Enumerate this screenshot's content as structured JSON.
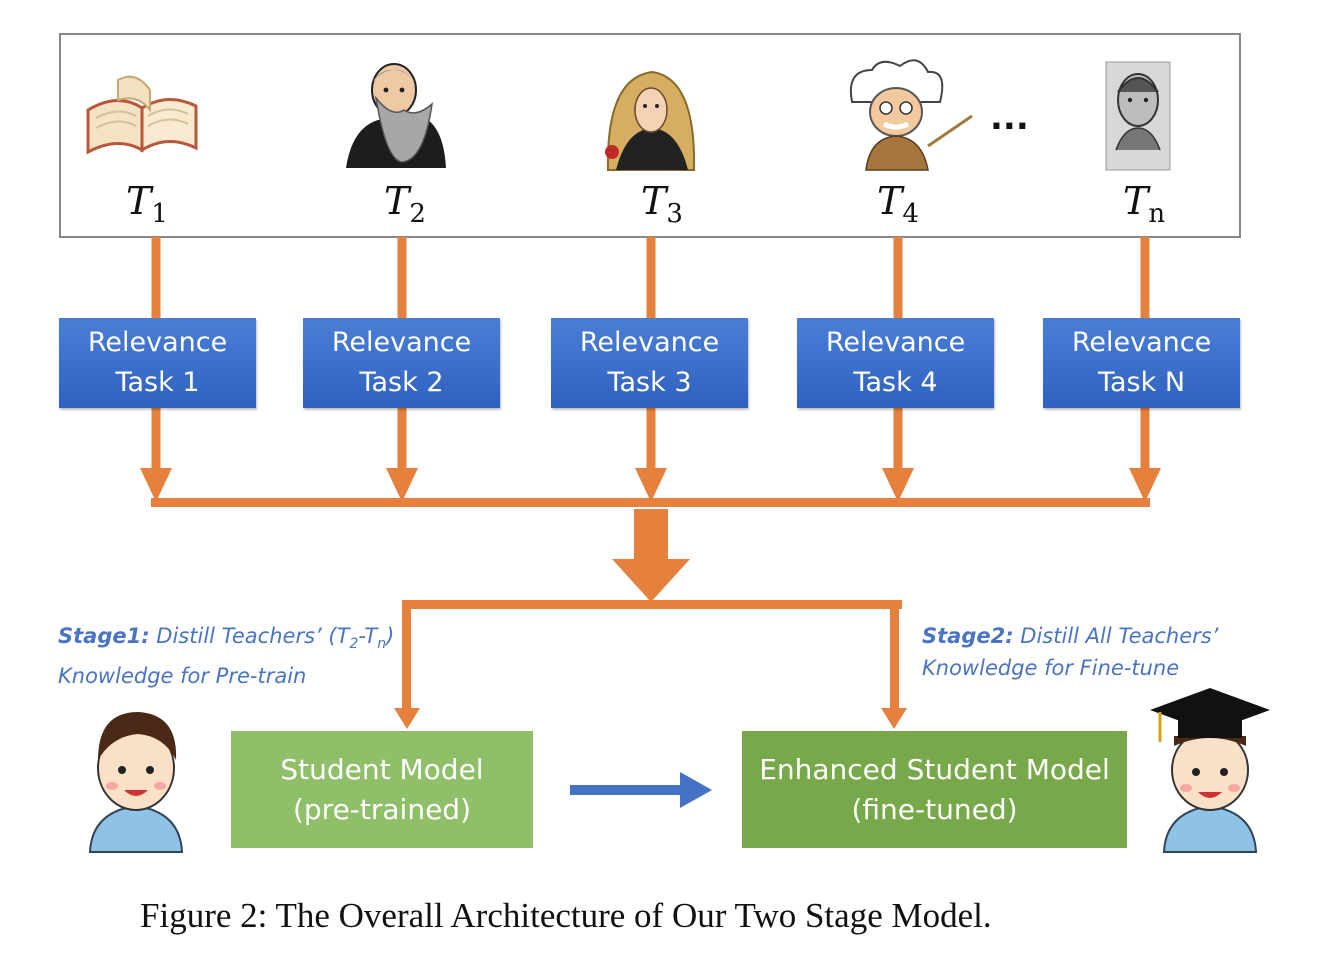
{
  "teachers": [
    {
      "icon": "book-icon",
      "label": "T",
      "sub": "1"
    },
    {
      "icon": "darwin-portrait-icon",
      "label": "T",
      "sub": "2"
    },
    {
      "icon": "newton-portrait-icon",
      "label": "T",
      "sub": "3"
    },
    {
      "icon": "einstein-cartoon-icon",
      "label": "T",
      "sub": "4"
    },
    {
      "icon": "turing-portrait-icon",
      "label": "T",
      "sub": "n"
    }
  ],
  "ellipsis": "...",
  "tasks": [
    {
      "line1": "Relevance",
      "line2": "Task 1"
    },
    {
      "line1": "Relevance",
      "line2": "Task 2"
    },
    {
      "line1": "Relevance",
      "line2": "Task 3"
    },
    {
      "line1": "Relevance",
      "line2": "Task 4"
    },
    {
      "line1": "Relevance",
      "line2": "Task N"
    }
  ],
  "stage1": {
    "title": "Stage1:",
    "text_a": " Distill Teachers’ (T",
    "sub_a": "2",
    "dash": "-T",
    "sub_b": "n",
    "close": ")",
    "line2": "Knowledge for Pre-train"
  },
  "stage2": {
    "title": "Stage2:",
    "text": " Distill All Teachers’",
    "line2": "Knowledge for Fine-tune"
  },
  "student": {
    "line1": "Student Model",
    "line2": "(pre-trained)"
  },
  "enhanced": {
    "line1": "Enhanced Student Model",
    "line2": "(fine-tuned)"
  },
  "caption": "Figure 2:  The Overall Architecture of Our Two Stage Model.",
  "colors": {
    "arrow": "#e5813d",
    "task_box": "#3b6fcc",
    "student_box": "#8fbf68",
    "enhanced_box": "#77a94a",
    "stage_text": "#4a74c4",
    "blue_arrow": "#4472c4"
  }
}
